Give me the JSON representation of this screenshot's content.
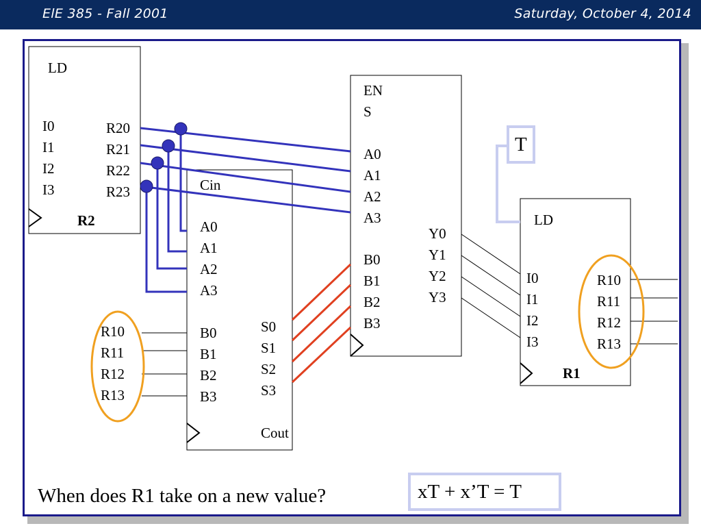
{
  "header": {
    "course": "ElE 385  - Fall 2001",
    "date": "Saturday, October 4, 2014"
  },
  "question": "When does R1 take on a new value?",
  "equation": "xT + x’T = T",
  "t_label": "T",
  "colors": {
    "header_bg": "#0a2a5e",
    "frame": "#1a1a8a",
    "bus_blue": "#3333bb",
    "bus_red": "#e04020",
    "highlight_orange": "#f0a020",
    "box_outline": "#c8cdf0"
  },
  "r2": {
    "name": "R2",
    "ld": "LD",
    "inputs": [
      "I0",
      "I1",
      "I2",
      "I3"
    ],
    "outputs": [
      "R20",
      "R21",
      "R22",
      "R23"
    ]
  },
  "adder": {
    "cin": "Cin",
    "a_inputs": [
      "A0",
      "A1",
      "A2",
      "A3"
    ],
    "b_inputs": [
      "B0",
      "B1",
      "B2",
      "B3"
    ],
    "sums": [
      "S0",
      "S1",
      "S2",
      "S3"
    ],
    "cout": "Cout"
  },
  "mux": {
    "en": "EN",
    "s": "S",
    "a_inputs": [
      "A0",
      "A1",
      "A2",
      "A3"
    ],
    "b_inputs": [
      "B0",
      "B1",
      "B2",
      "B3"
    ],
    "outputs": [
      "Y0",
      "Y1",
      "Y2",
      "Y3"
    ]
  },
  "r1": {
    "name": "R1",
    "ld": "LD",
    "inputs": [
      "I0",
      "I1",
      "I2",
      "I3"
    ],
    "outputs": [
      "R10",
      "R11",
      "R12",
      "R13"
    ]
  },
  "r1_feedback_labels": [
    "R10",
    "R11",
    "R12",
    "R13"
  ]
}
